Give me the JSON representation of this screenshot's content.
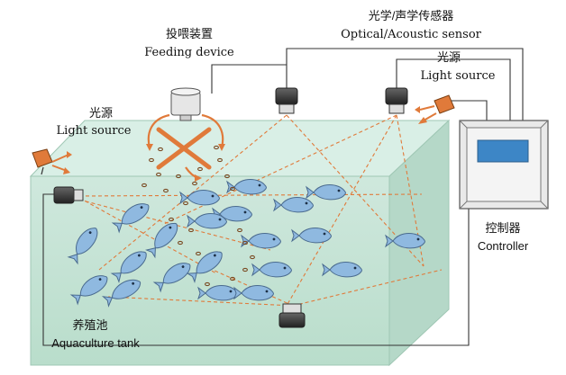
{
  "labels": {
    "sensor_cn": "光学/声学传感器",
    "sensor_en": "Optical/Acoustic sensor",
    "feeding_cn": "投喂装置",
    "feeding_en": "Feeding device",
    "light_left_cn": "光源",
    "light_left_en": "Light source",
    "light_right_cn": "光源",
    "light_right_en": "Light source",
    "controller_cn": "控制器",
    "controller_en": "Controller",
    "tank_cn": "养殖池",
    "tank_en": "Aquaculture tank"
  },
  "colors": {
    "tank_front": "#c6e3d6",
    "tank_top": "#d9efe6",
    "tank_side": "#b5d8c8",
    "fish": "#8fb9e0",
    "fish_outline": "#4a6b8f",
    "arrow": "#e07a3a",
    "pellet": "#7a4a22"
  },
  "icons": {
    "camera": "camera-icon",
    "spotlight": "spotlight-icon",
    "feeder": "feeder-icon",
    "controller": "controller-icon",
    "fish": "fish-icon"
  }
}
